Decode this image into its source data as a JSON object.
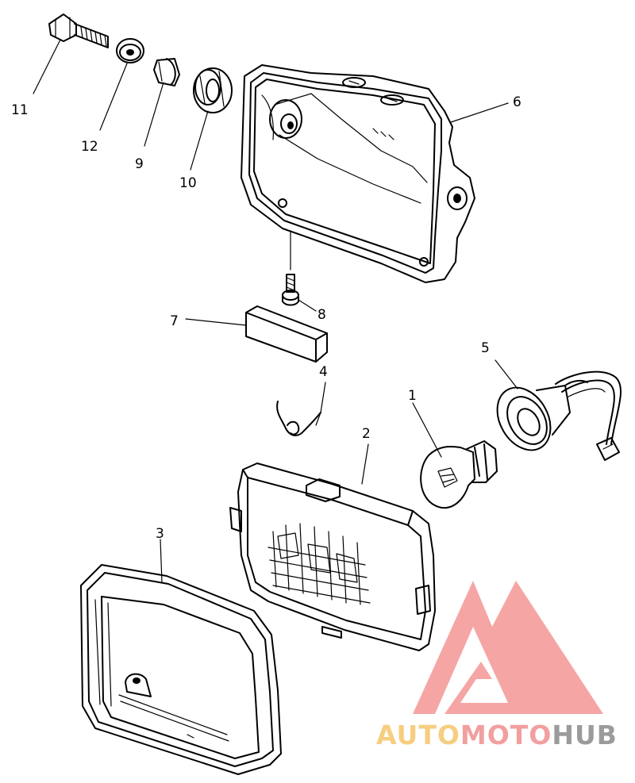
{
  "parts": [
    {
      "id": "p11",
      "label": "11"
    },
    {
      "id": "p12",
      "label": "12"
    },
    {
      "id": "p9",
      "label": "9"
    },
    {
      "id": "p10",
      "label": "10"
    },
    {
      "id": "p6",
      "label": "6"
    },
    {
      "id": "p8",
      "label": "8"
    },
    {
      "id": "p7",
      "label": "7"
    },
    {
      "id": "p4",
      "label": "4"
    },
    {
      "id": "p5",
      "label": "5"
    },
    {
      "id": "p1",
      "label": "1"
    },
    {
      "id": "p2",
      "label": "2"
    },
    {
      "id": "p3",
      "label": "3"
    }
  ],
  "watermark": {
    "part1": "AUTO",
    "part2": "MOTO",
    "part3": "HUB",
    "color_auto": "#f5c66b",
    "color_moto": "#f08f8f",
    "color_hub": "#8a8a8a",
    "logo_color": "#f27a7a"
  }
}
